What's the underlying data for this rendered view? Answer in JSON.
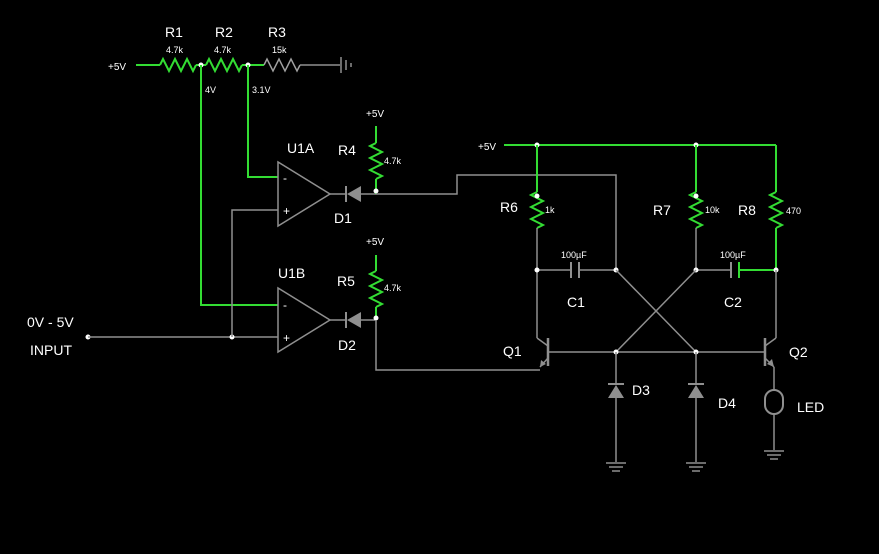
{
  "components": {
    "R1": {
      "name": "R1",
      "value": "4.7k"
    },
    "R2": {
      "name": "R2",
      "value": "4.7k"
    },
    "R3": {
      "name": "R3",
      "value": "15k"
    },
    "R4": {
      "name": "R4",
      "value": "4.7k"
    },
    "R5": {
      "name": "R5",
      "value": "4.7k"
    },
    "R6": {
      "name": "R6",
      "value": "1k"
    },
    "R7": {
      "name": "R7",
      "value": "10k"
    },
    "R8": {
      "name": "R8",
      "value": "470"
    },
    "C1": {
      "name": "C1",
      "value": "100µF"
    },
    "C2": {
      "name": "C2",
      "value": "100µF"
    },
    "U1A": {
      "name": "U1A"
    },
    "U1B": {
      "name": "U1B"
    },
    "D1": {
      "name": "D1"
    },
    "D2": {
      "name": "D2"
    },
    "D3": {
      "name": "D3"
    },
    "D4": {
      "name": "D4"
    },
    "Q1": {
      "name": "Q1"
    },
    "Q2": {
      "name": "Q2"
    },
    "LED": {
      "name": "LED"
    }
  },
  "supply": "+5V",
  "node_voltages": {
    "divider_a": "4V",
    "divider_b": "3.1V"
  },
  "input": {
    "range": "0V - 5V",
    "label": "INPUT"
  },
  "opamp_pins": {
    "minus": "-",
    "plus": "+"
  },
  "colors": {
    "background": "#000000",
    "wire_powered": "#33dd33",
    "wire": "#8f8f8f",
    "text": "#ffffff"
  }
}
